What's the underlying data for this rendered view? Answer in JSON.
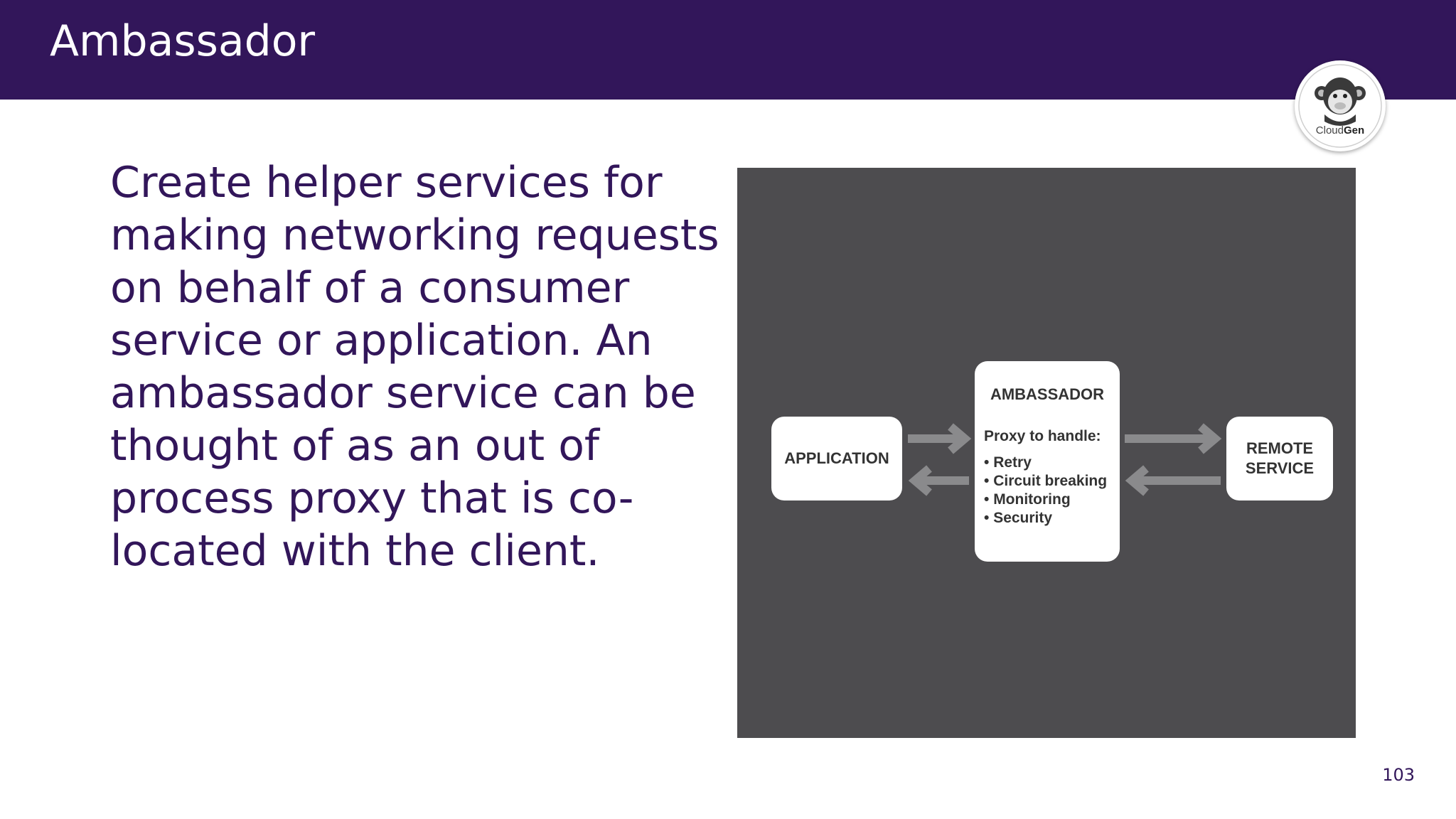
{
  "slide": {
    "title": "Ambassador",
    "body": "Create helper services for making networking requests on behalf of a consumer service or application. An ambassador service can be thought of as an out of process proxy that is co-located with the client.",
    "page_number": "103"
  },
  "logo": {
    "icon": "monkey-icon",
    "name_light": "Cloud",
    "name_bold": "Gen"
  },
  "diagram": {
    "application_label": "APPLICATION",
    "ambassador_title": "AMBASSADOR",
    "ambassador_subtitle": "Proxy to handle:",
    "ambassador_items": [
      "Retry",
      "Circuit breaking",
      "Monitoring",
      "Security"
    ],
    "remote_line1": "REMOTE",
    "remote_line2": "SERVICE"
  },
  "colors": {
    "title_bar": "#32165a",
    "text": "#32165a",
    "diagram_background": "#4d4c4f",
    "arrow": "#8a8a8c",
    "box": "#ffffff"
  }
}
